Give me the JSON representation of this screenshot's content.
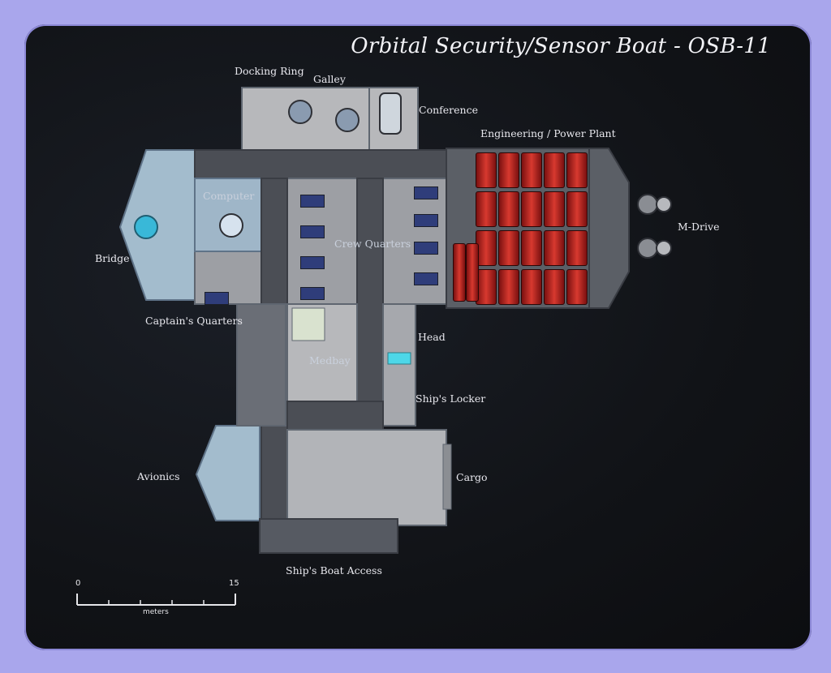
{
  "title": "Orbital Security/Sensor Boat - OSB-11",
  "labels": {
    "docking_ring": "Docking Ring",
    "galley": "Galley",
    "conference": "Conference",
    "engineering": "Engineering / Power Plant",
    "computer": "Computer",
    "crew_quarters": "Crew Quarters",
    "bridge": "Bridge",
    "m_drive": "M-Drive",
    "captains_quarters": "Captain's Quarters",
    "head": "Head",
    "medbay": "Medbay",
    "ships_locker": "Ship's Locker",
    "avionics": "Avionics",
    "cargo": "Cargo",
    "ships_boat_access": "Ship's Boat Access"
  },
  "scale": {
    "start": "0",
    "end": "15",
    "unit": "meters"
  },
  "colors": {
    "border": "#a9a6ec",
    "background": "#121418",
    "reactor": "#c52a22",
    "bridge": "#9fb6c8"
  }
}
